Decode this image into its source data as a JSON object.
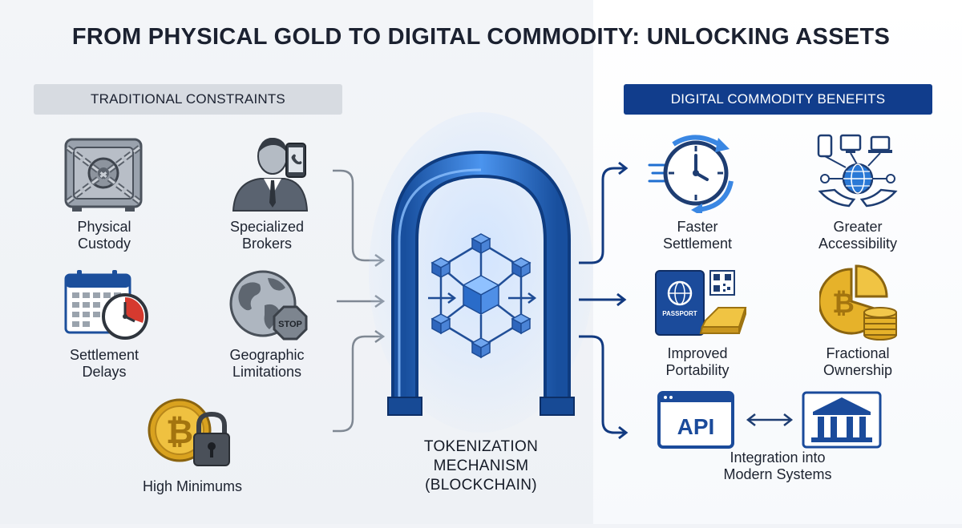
{
  "title": "FROM PHYSICAL GOLD TO DIGITAL COMMODITY: UNLOCKING ASSETS",
  "left_section": {
    "heading": "TRADITIONAL CONSTRAINTS",
    "items": [
      {
        "line1": "Physical",
        "line2": "Custody",
        "icon": "locked-safe-icon"
      },
      {
        "line1": "Specialized",
        "line2": "Brokers",
        "icon": "broker-icon"
      },
      {
        "line1": "Settlement",
        "line2": "Delays",
        "icon": "calendar-clock-icon"
      },
      {
        "line1": "Geographic",
        "line2": "Limitations",
        "icon": "globe-stop-icon"
      },
      {
        "line1": "High Minimums",
        "line2": "",
        "icon": "coin-padlock-icon"
      }
    ]
  },
  "center": {
    "line1": "TOKENIZATION",
    "line2": "MECHANISM",
    "line3": "(BLOCKCHAIN)",
    "icon": "blockchain-arch-icon"
  },
  "right_section": {
    "heading": "DIGITAL COMMODITY BENEFITS",
    "items": [
      {
        "line1": "Faster",
        "line2": "Settlement",
        "icon": "clock-arrows-icon"
      },
      {
        "line1": "Greater",
        "line2": "Accessibility",
        "icon": "globe-hands-icon"
      },
      {
        "line1": "Improved",
        "line2": "Portability",
        "icon": "passport-gold-icon"
      },
      {
        "line1": "Fractional",
        "line2": "Ownership",
        "icon": "fractional-coin-icon"
      },
      {
        "line1": "Integration into",
        "line2": "Modern Systems",
        "icon": "api-bank-icon"
      }
    ],
    "api_text": "API",
    "passport_text": "PASSPORT",
    "stop_text": "STOP"
  },
  "colors": {
    "navy": "#113d8c",
    "blue": "#1f6fd1",
    "gold": "#e6b22a",
    "gray": "#6b7480"
  }
}
